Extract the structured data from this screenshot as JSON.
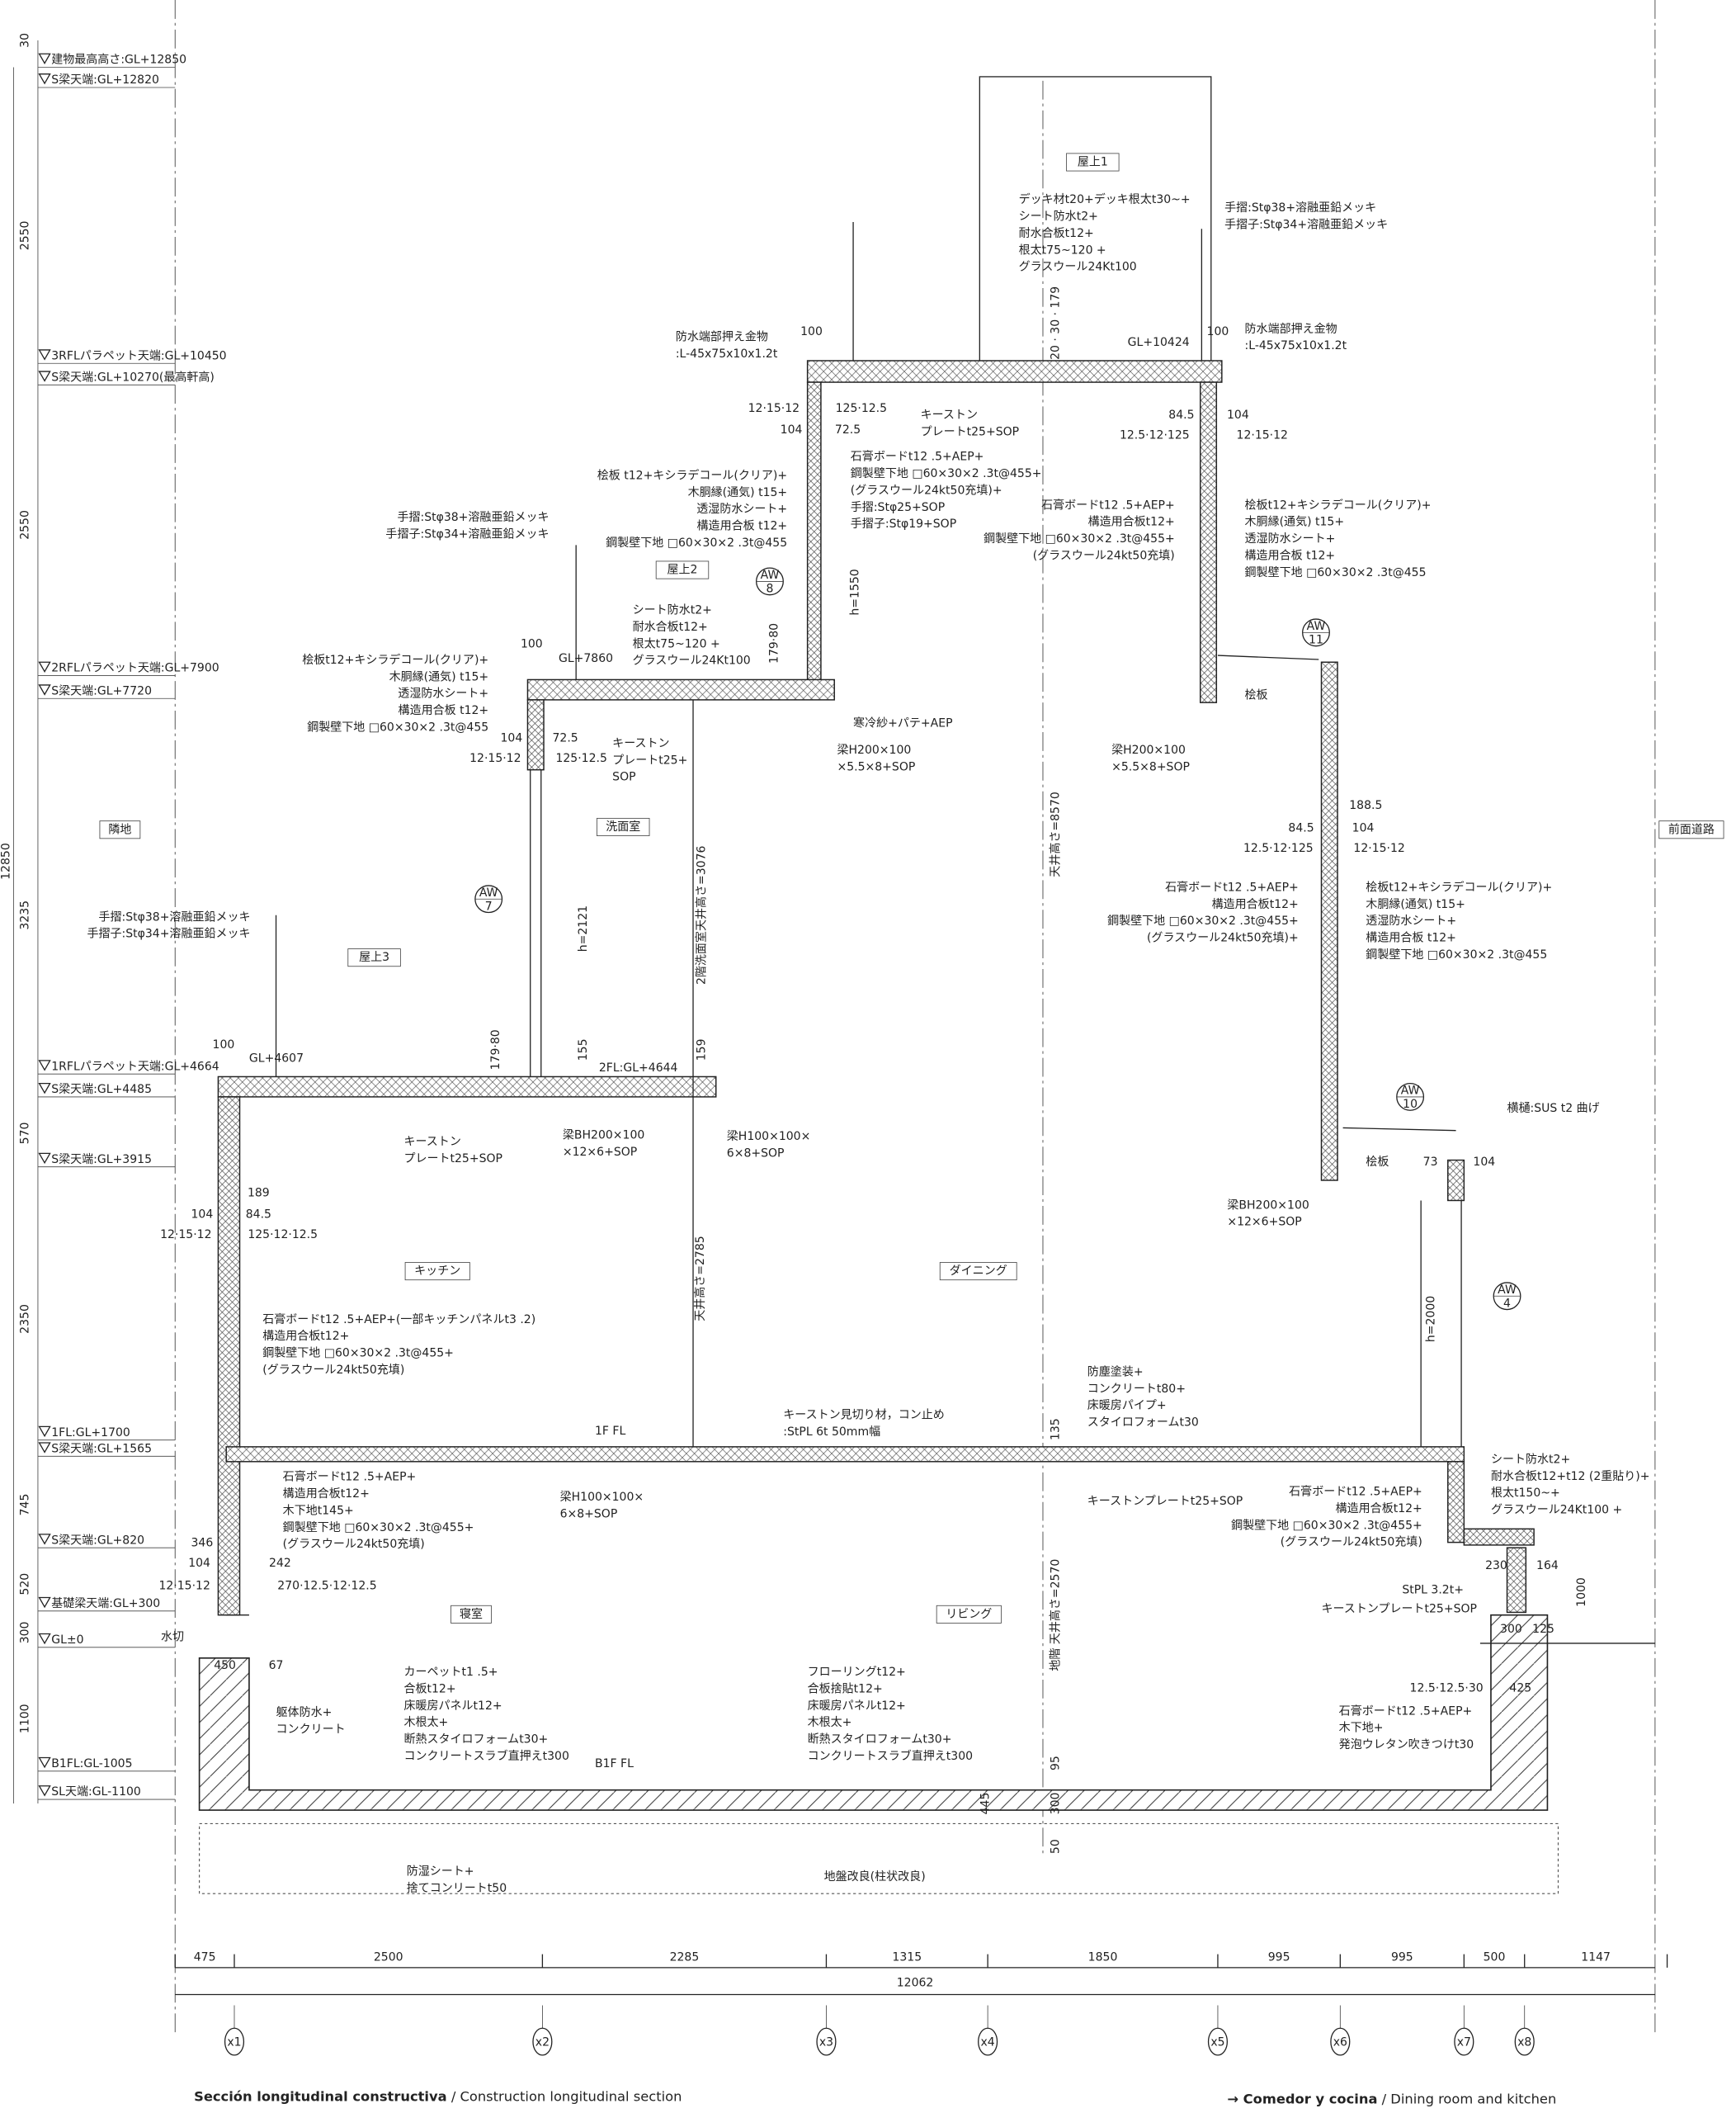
{
  "levels": [
    "建物最高高さ:GL+12850",
    "S梁天端:GL+12820",
    "3RFLパラペット天端:GL+10450",
    "S梁天端:GL+10270(最高軒高)",
    "2RFLパラペット天端:GL+7900",
    "S梁天端:GL+7720",
    "1RFLパラペット天端:GL+4664",
    "S梁天端:GL+4485",
    "S梁天端:GL+3915",
    "1FL:GL+1700",
    "S梁天端:GL+1565",
    "S梁天端:GL+820",
    "基礎梁天端:GL+300",
    "GL±0",
    "B1FL:GL-1005",
    "SL天端:GL-1100"
  ],
  "left_dims": [
    "30",
    "2550",
    "2550",
    "3235",
    "570",
    "2350",
    "745",
    "520",
    "300",
    "1100"
  ],
  "total_height": "12850",
  "rooms": [
    "屋上1",
    "屋上2",
    "洗面室",
    "隣地",
    "前面道路",
    "屋上3",
    "キッチン",
    "ダイニング",
    "寝室",
    "リビング"
  ],
  "aw": [
    {
      "top": "AW",
      "num": "8"
    },
    {
      "top": "AW",
      "num": "11"
    },
    {
      "top": "AW",
      "num": "7"
    },
    {
      "top": "AW",
      "num": "10"
    },
    {
      "top": "AW",
      "num": "4"
    }
  ],
  "notes": [
    [
      "デッキ材t20+デッキ根太t30~+",
      "シート防水t2+",
      "耐水合板t12+",
      "根太t75~120 +",
      "グラスウール24Kt100"
    ],
    [
      "手摺:Stφ38+溶融亜鉛メッキ",
      "手摺子:Stφ34+溶融亜鉛メッキ"
    ],
    [
      "防水端部押え金物",
      ":L-45x75x10x1.2t"
    ],
    [
      "防水端部押え金物",
      ":L-45x75x10x1.2t"
    ],
    [
      "キーストン",
      "プレートt25+SOP"
    ],
    [
      "桧板 t12+キシラデコール(クリア)+",
      "木胴縁(通気) t15+",
      "透湿防水シート+",
      "構造用合板 t12+",
      "鋼製壁下地 □60×30×2 .3t@455"
    ],
    [
      "石膏ボードt12 .5+AEP+",
      "鋼製壁下地 □60×30×2 .3t@455+",
      "(グラスウール24kt50充填)+",
      "手摺:Stφ25+SOP",
      "手摺子:Stφ19+SOP"
    ],
    [
      "石膏ボードt12 .5+AEP+",
      "構造用合板t12+",
      "鋼製壁下地 □60×30×2 .3t@455+",
      "(グラスウール24kt50充填)"
    ],
    [
      "桧板t12+キシラデコール(クリア)+",
      "木胴縁(通気) t15+",
      "透湿防水シート+",
      "構造用合板 t12+",
      "鋼製壁下地 □60×30×2 .3t@455"
    ],
    [
      "手摺:Stφ38+溶融亜鉛メッキ",
      "手摺子:Stφ34+溶融亜鉛メッキ"
    ],
    [
      "シート防水t2+",
      "耐水合板t12+",
      "根太t75~120 +",
      "グラスウール24Kt100"
    ],
    [
      "桧板t12+キシラデコール(クリア)+",
      "木胴縁(通気) t15+",
      "透湿防水シート+",
      "構造用合板 t12+",
      "鋼製壁下地 □60×30×2 .3t@455"
    ],
    [
      "梁H200×100",
      "×5.5×8+SOP"
    ],
    [
      "キーストン",
      "プレートt25+",
      "SOP"
    ],
    [
      "梁H200×100",
      "×5.5×8+SOP"
    ],
    [
      "石膏ボードt12 .5+AEP+",
      "構造用合板t12+",
      "鋼製壁下地 □60×30×2 .3t@455+",
      "(グラスウール24kt50充填)+"
    ],
    [
      "桧板t12+キシラデコール(クリア)+",
      "木胴縁(通気) t15+",
      "透湿防水シート+",
      "構造用合板 t12+",
      "鋼製壁下地 □60×30×2 .3t@455"
    ],
    [
      "手摺:Stφ38+溶融亜鉛メッキ",
      "手摺子:Stφ34+溶融亜鉛メッキ"
    ],
    [
      "キーストン",
      "プレートt25+SOP"
    ],
    [
      "梁BH200×100",
      "×12×6+SOP"
    ],
    [
      "梁H100×100×",
      "6×8+SOP"
    ],
    [
      "梁BH200×100",
      "×12×6+SOP"
    ],
    [
      "石膏ボードt12 .5+AEP+(一部キッチンパネルt3 .2)",
      "構造用合板t12+",
      "鋼製壁下地 □60×30×2 .3t@455+",
      "(グラスウール24kt50充填)"
    ],
    [
      "防塵塗装+",
      "コンクリートt80+",
      "床暖房パイプ+",
      "スタイロフォームt30"
    ],
    [
      "キーストン見切り材，コン止め",
      ":StPL 6t 50mm幅"
    ],
    [
      "シート防水t2+",
      "耐水合板t12+t12 (2重貼り)+",
      "根太t150~+",
      "グラスウール24Kt100 +"
    ],
    [
      "石膏ボードt12 .5+AEP+",
      "構造用合板t12+",
      "木下地t145+",
      "鋼製壁下地 □60×30×2 .3t@455+",
      "(グラスウール24kt50充填)"
    ],
    [
      "梁H100×100×",
      "6×8+SOP"
    ],
    [
      "石膏ボードt12 .5+AEP+",
      "構造用合板t12+",
      "鋼製壁下地 □60×30×2 .3t@455+",
      "(グラスウール24kt50充填)"
    ],
    [
      "カーペットt1 .5+",
      "合板t12+",
      "床暖房パネルt12+",
      "木根太+",
      "断熱スタイロフォームt30+",
      "コンクリートスラブ直押えt300"
    ],
    [
      "フローリングt12+",
      "合板捨貼t12+",
      "床暖房パネルt12+",
      "木根太+",
      "断熱スタイロフォームt30+",
      "コンクリートスラブ直押えt300"
    ],
    [
      "躯体防水+",
      "コンクリート"
    ],
    [
      "石膏ボードt12 .5+AEP+",
      "木下地+",
      "発泡ウレタン吹きつけt30"
    ],
    [
      "防湿シート+",
      "捨てコンリートt50"
    ]
  ],
  "labels": [
    "100",
    "100",
    "GL+10424",
    "12·15·12",
    "104",
    "125·12.5",
    "72.5",
    "84.5",
    "104",
    "12.5·12·125",
    "12·15·12",
    "h=1550",
    "179·80",
    "100",
    "GL+7860",
    "寒冷紗+パテ+AEP",
    "104",
    "72.5",
    "12·15·12",
    "125·12.5",
    "桧板",
    "2階洗面室天井高さ=3076",
    "天井高さ=8570",
    "20 · 30 · 179",
    "188.5",
    "84.5",
    "104",
    "12.5·12·125",
    "12·15·12",
    "h=2121",
    "179·80",
    "155",
    "159",
    "100",
    "GL+4607",
    "2FL:GL+4644",
    "横樋:SUS t2 曲げ",
    "桧板",
    "73",
    "104",
    "189",
    "84.5",
    "104",
    "12·15·12",
    "125·12·12.5",
    "天井高さ=2785",
    "h=2000",
    "1F FL",
    "135",
    "キーストンプレートt25+SOP",
    "地階 天井高さ=2570",
    "346",
    "104",
    "242",
    "12·15·12",
    "270·12.5·12·12.5",
    "230",
    "164",
    "1000",
    "StPL 3.2t+",
    "キーストンプレートt25+SOP",
    "300",
    "125",
    "水切",
    "450",
    "67",
    "12.5·12.5·30",
    "425",
    "B1F FL",
    "95",
    "300",
    "50",
    "445",
    "地盤改良(柱状改良)"
  ],
  "bottom_dims": [
    "475",
    "2500",
    "2285",
    "1315",
    "1850",
    "995",
    "995",
    "500",
    "1147"
  ],
  "total_width": "12062",
  "grid": [
    "x1",
    "x2",
    "x3",
    "x4",
    "x5",
    "x6",
    "x7",
    "x8"
  ],
  "caption_left_bold": "Sección longitudinal constructiva",
  "caption_left": " / Construction longitudinal section",
  "caption_right_bold": "→  Comedor y cocina",
  "caption_right": " / Dining room and kitchen"
}
